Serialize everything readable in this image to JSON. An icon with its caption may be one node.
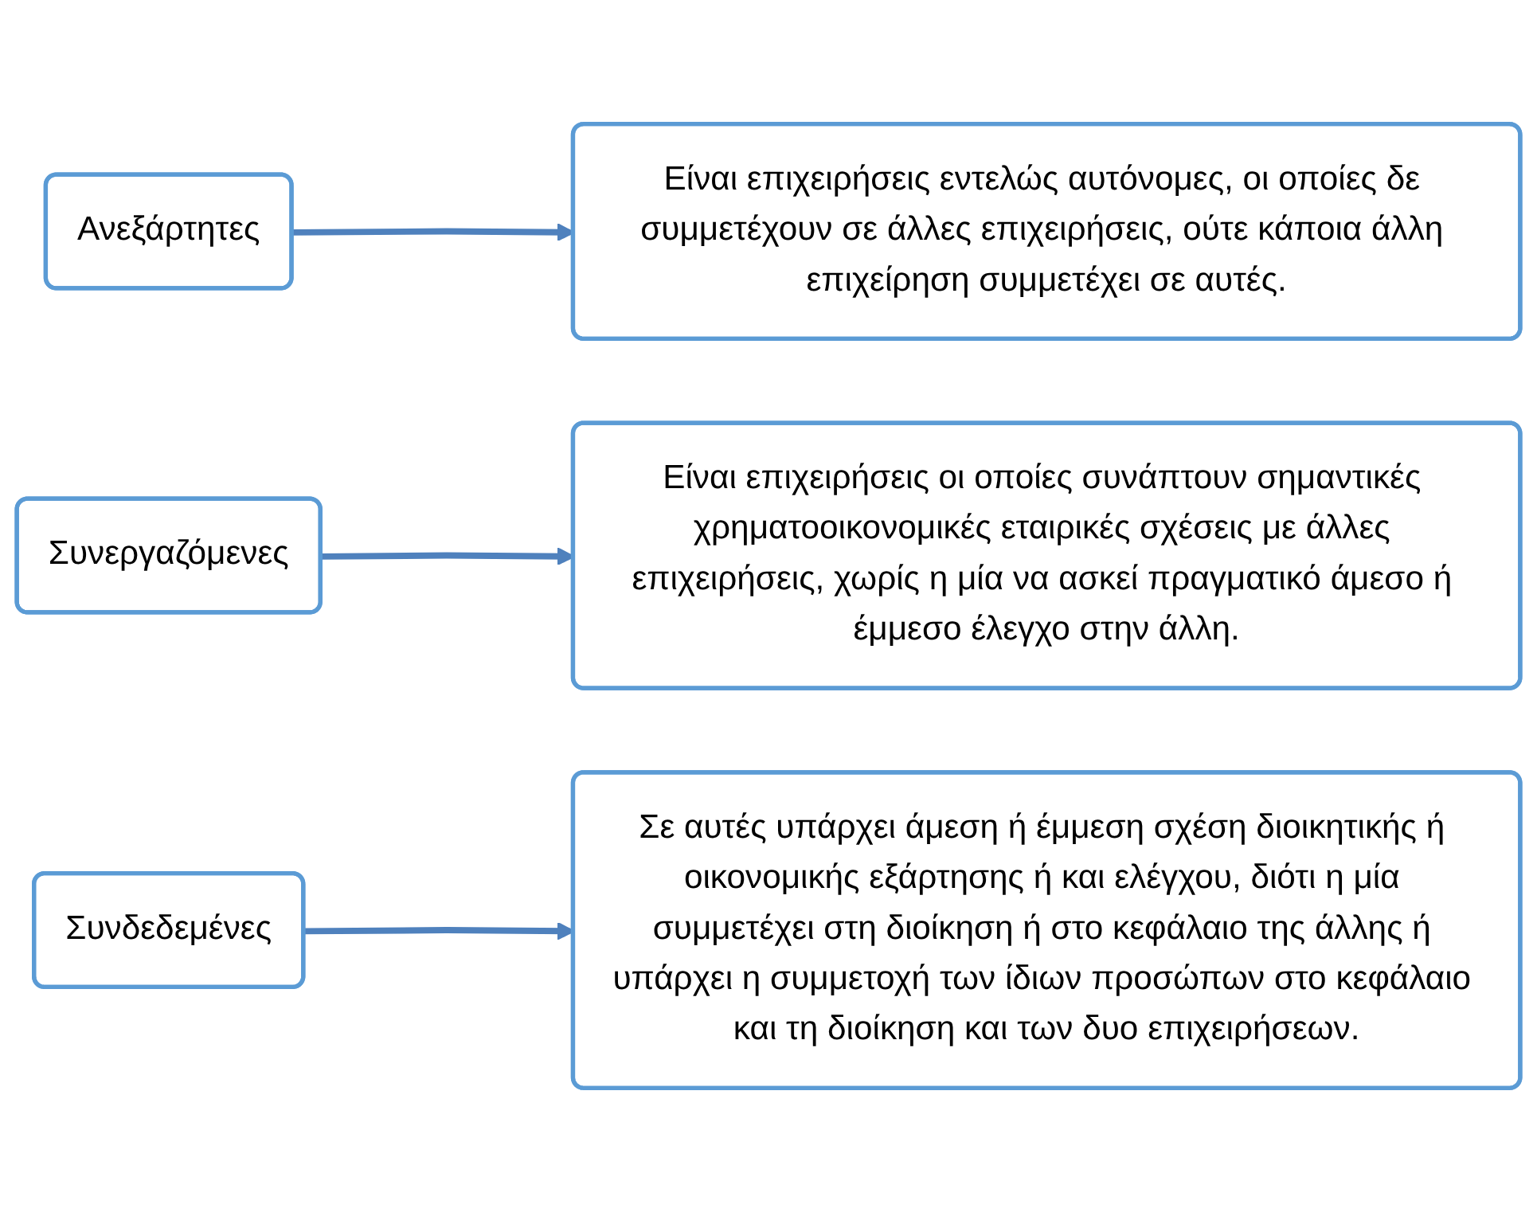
{
  "diagram": {
    "nodes": [
      {
        "text": [
          "Ανεξάρτητες"
        ]
      },
      {
        "text": [
          "Είναι επιχειρήσεις εντελώς αυτόνομες, οι οποίες δε συμμετέχουν σε άλλες επιχειρήσεις, ούτε κάποια άλλη επιχείρηση συμμετέχει σε αυτές."
        ]
      },
      {
        "text": [
          "Συνεργαζόμενες"
        ]
      },
      {
        "text": [
          "Είναι επιχειρήσεις οι οποίες συνάπτουν σημαντικές χρηματοοικονομικές εταιρικές σχέσεις με άλλες επιχειρήσεις, χωρίς η μία να ασκεί πραγματικό άμεσο ή έμμεσο έλεγχο στην άλλη."
        ]
      },
      {
        "text": [
          "Συνδεδεμένες"
        ]
      },
      {
        "text": [
          "Σε αυτές υπάρχει άμεση ή έμμεση σχέση διοικητικής ή οικονομικής εξάρτησης ή και ελέγχου, διότι η μία συμμετέχει στη διοίκηση ή στο κεφάλαιο της άλλης ή υπάρχει η συμμετοχή των ίδιων προσώπων στο κεφάλαιο και τη διοίκηση και των δυο επιχειρήσεων."
        ]
      }
    ],
    "edges": [
      {
        "from": 0,
        "to": 1,
        "arrow": "to"
      },
      {
        "from": 2,
        "to": 3,
        "arrow": "to"
      },
      {
        "from": 4,
        "to": 5,
        "arrow": "to"
      }
    ]
  }
}
